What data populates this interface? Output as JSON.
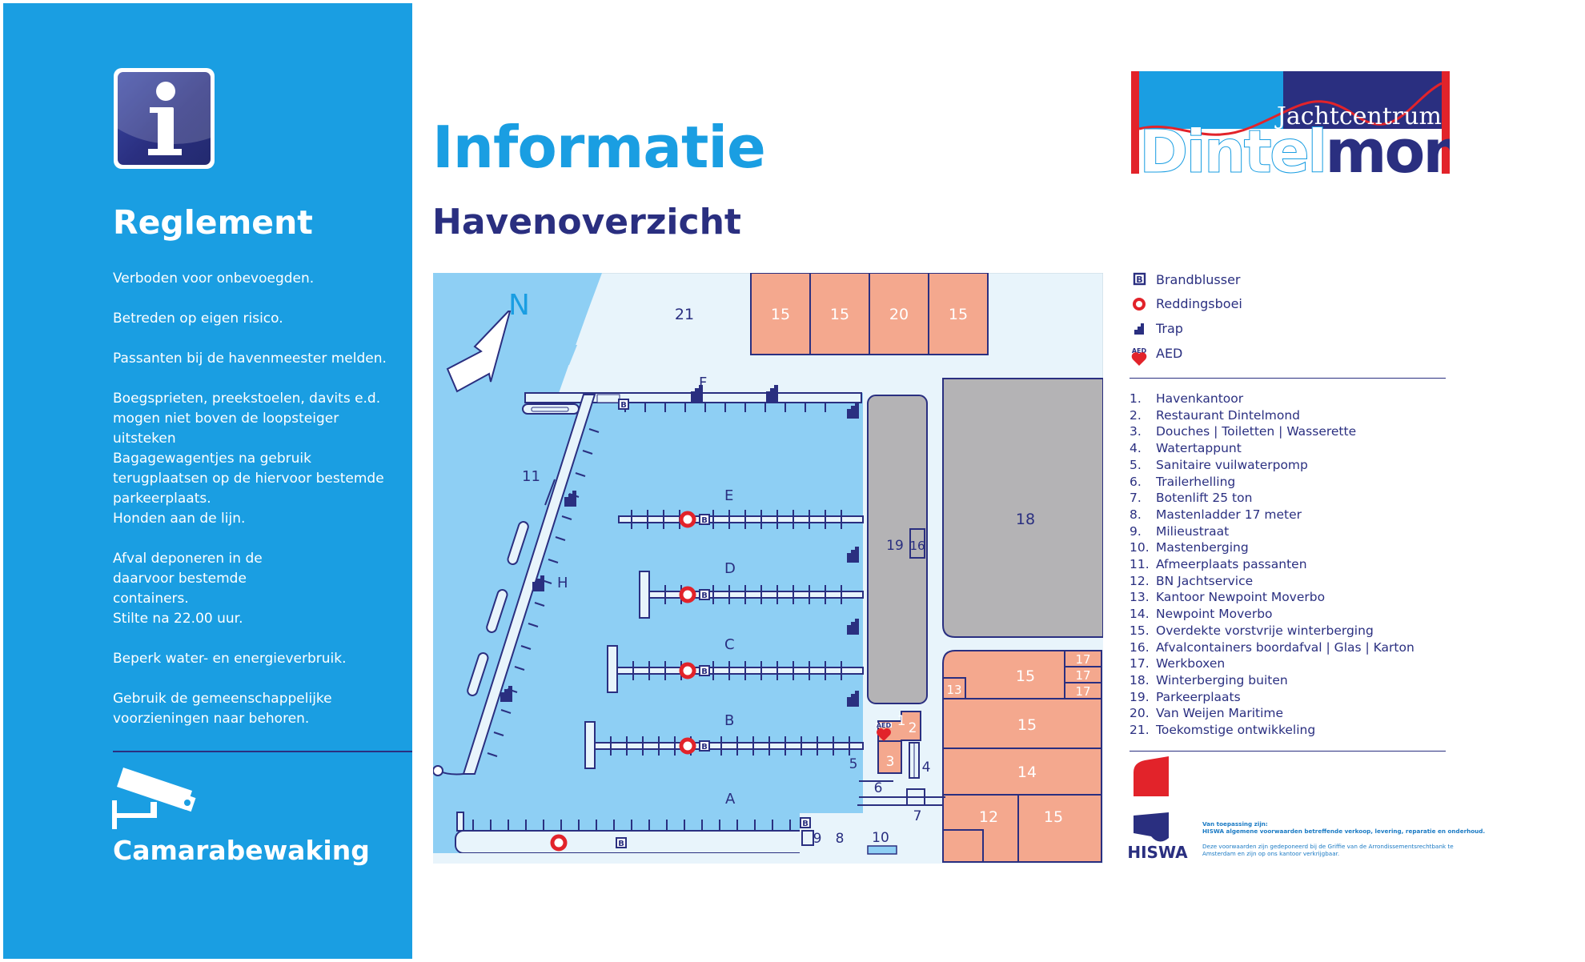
{
  "left_panel": {
    "title": "Reglement",
    "rules": [
      "Verboden voor onbevoegden.",
      "Betreden op eigen risico.",
      "Passanten bij de havenmeester melden.",
      "Boegsprieten, preekstoelen, davits e.d. mogen niet boven de loopsteiger uitsteken",
      "Bagagewagentjes na gebruik terugplaatsen op de hiervoor bestemde parkeerplaats.",
      "Honden aan de lijn.",
      "Afval deponeren in de daarvoor bestemde containers.",
      "Stilte na 22.00 uur.",
      "Beperk water- en energieverbruik.",
      "Gebruik de gemeenschappelijke voorzieningen naar behoren."
    ],
    "camera_label": "Camarabewaking",
    "info_icon": "info-icon",
    "camera_icon": "security-camera-icon"
  },
  "header": {
    "title": "Informatie",
    "subtitle": "Havenoverzicht"
  },
  "logo": {
    "line1": "Jachtcentrum",
    "word_white": "Dintel",
    "word_blue": "mond"
  },
  "colors": {
    "blue": "#1a9ee2",
    "navy": "#2a2f80",
    "salmon": "#f4a88e",
    "gray": "#b4b3b5",
    "water": "#8ecff4",
    "land": "#e8f4fb",
    "red": "#e2232a"
  },
  "map": {
    "north": "N",
    "pier_labels": [
      "A",
      "B",
      "C",
      "D",
      "E",
      "F",
      "H"
    ],
    "symbol_labels": {
      "extinguisher": "B",
      "aed": "AED"
    },
    "zones": [
      {
        "id": "z21",
        "label": "21"
      },
      {
        "id": "z15a",
        "label": "15"
      },
      {
        "id": "z15b",
        "label": "15"
      },
      {
        "id": "z20",
        "label": "20"
      },
      {
        "id": "z15c",
        "label": "15"
      },
      {
        "id": "z18",
        "label": "18"
      },
      {
        "id": "z19",
        "label": "19"
      },
      {
        "id": "z16",
        "label": "16"
      },
      {
        "id": "z11",
        "label": "11"
      },
      {
        "id": "z15d",
        "label": "15"
      },
      {
        "id": "z13",
        "label": "13"
      },
      {
        "id": "z17a",
        "label": "17"
      },
      {
        "id": "z17b",
        "label": "17"
      },
      {
        "id": "z17c",
        "label": "17"
      },
      {
        "id": "z15e",
        "label": "15"
      },
      {
        "id": "z14",
        "label": "14"
      },
      {
        "id": "z12",
        "label": "12"
      },
      {
        "id": "z15f",
        "label": "15"
      },
      {
        "id": "z1",
        "label": "1"
      },
      {
        "id": "z2",
        "label": "2"
      },
      {
        "id": "z3",
        "label": "3"
      },
      {
        "id": "z4",
        "label": "4"
      },
      {
        "id": "z5",
        "label": "5"
      },
      {
        "id": "z6",
        "label": "6"
      },
      {
        "id": "z7",
        "label": "7"
      },
      {
        "id": "z8",
        "label": "8"
      },
      {
        "id": "z9",
        "label": "9"
      },
      {
        "id": "z10",
        "label": "10"
      }
    ]
  },
  "legend": {
    "symbols": [
      {
        "icon": "fire-extinguisher-icon",
        "glyph": "B",
        "label": "Brandblusser"
      },
      {
        "icon": "lifebuoy-icon",
        "label": "Reddingsboei"
      },
      {
        "icon": "stairs-icon",
        "label": "Trap"
      },
      {
        "icon": "aed-icon",
        "glyph": "AED",
        "label": "AED"
      }
    ],
    "items": [
      {
        "num": "1.",
        "text": "Havenkantoor"
      },
      {
        "num": "2.",
        "text": "Restaurant Dintelmond"
      },
      {
        "num": "3.",
        "text": "Douches | Toiletten | Wasserette"
      },
      {
        "num": "4.",
        "text": "Watertappunt"
      },
      {
        "num": "5.",
        "text": "Sanitaire vuilwaterpomp"
      },
      {
        "num": "6.",
        "text": "Trailerhelling"
      },
      {
        "num": "7.",
        "text": "Botenlift 25 ton"
      },
      {
        "num": "8.",
        "text": "Mastenladder 17 meter"
      },
      {
        "num": "9.",
        "text": "Milieustraat"
      },
      {
        "num": "10.",
        "text": "Mastenberging"
      },
      {
        "num": "11.",
        "text": "Afmeerplaats passanten"
      },
      {
        "num": "12.",
        "text": "BN Jachtservice"
      },
      {
        "num": "13.",
        "text": "Kantoor Newpoint Moverbo"
      },
      {
        "num": "14.",
        "text": "Newpoint Moverbo"
      },
      {
        "num": "15.",
        "text": "Overdekte vorstvrije winterberging"
      },
      {
        "num": "16.",
        "text": "Afvalcontainers boordafval | Glas | Karton"
      },
      {
        "num": "17.",
        "text": "Werkboxen"
      },
      {
        "num": "18.",
        "text": "Winterberging buiten"
      },
      {
        "num": "19.",
        "text": "Parkeerplaats"
      },
      {
        "num": "20.",
        "text": "Van Weijen Maritime"
      },
      {
        "num": "21.",
        "text": "Toekomstige ontwikkeling"
      }
    ]
  },
  "hiswa": {
    "name": "HISWA",
    "line1": "Van toepassing zijn:",
    "line2": "HISWA algemene voorwaarden betreffende verkoop, levering, reparatie en onderhoud.",
    "line3": "Deze voorwaarden zijn gedeponeerd bij de Griffie van de Arrondissementsrechtbank te",
    "line4": "Amsterdam en zijn op ons kantoor verkrijgbaar."
  }
}
